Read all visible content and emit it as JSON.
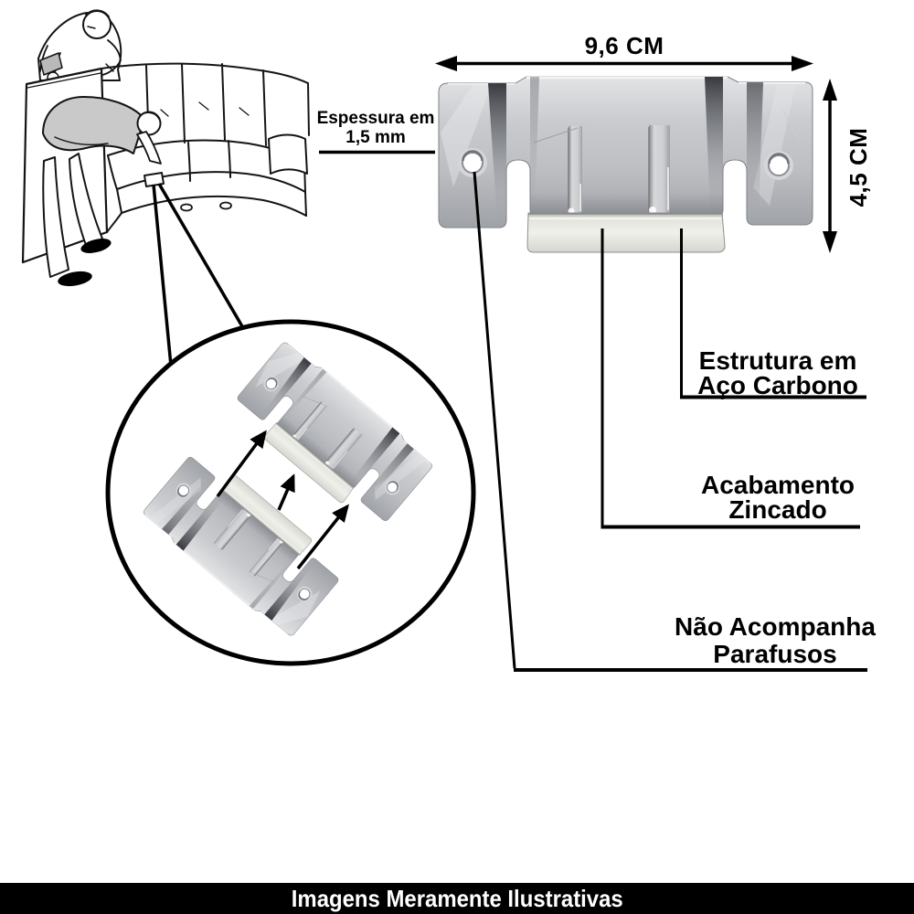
{
  "labels": {
    "width": "9,6 CM",
    "height": "4,5 CM",
    "thickness_line1": "Espessura em",
    "thickness_line2": "1,5 mm",
    "material_line1": "Estrutura em",
    "material_line2": "Aço Carbono",
    "finish_line1": "Acabamento",
    "finish_line2": "Zincado",
    "screws_line1": "Não Acompanha",
    "screws_line2": "Parafusos"
  },
  "footer": {
    "disclaimer": "Imagens Meramente Ilustrativas"
  },
  "icons": {
    "product": "sofa-connector-bracket",
    "detail": "interlocking-bracket-pair",
    "scene": "two-people-assembling-sectional-sofa"
  },
  "colors": {
    "line_black": "#000000",
    "background": "#ffffff",
    "metal_highlight": "#e8e9ea",
    "metal_mid": "#bfc1c5",
    "metal_fold_dark": "#34363c",
    "flange_light": "#f0f0ea",
    "sweater_gray": "#c9c9c9",
    "footer_bg": "#000000",
    "footer_text": "#ffffff"
  }
}
